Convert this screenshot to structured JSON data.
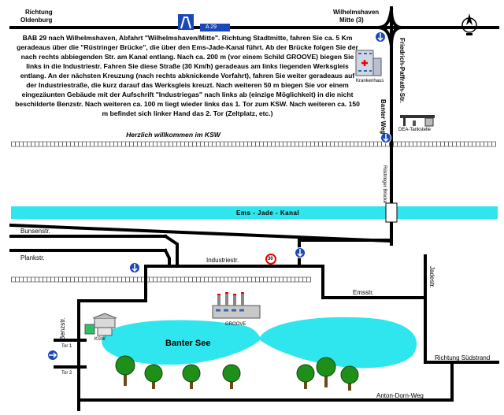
{
  "roads": {
    "top_left": {
      "line1": "Richtung",
      "line2": "Oldenburg"
    },
    "top_right": {
      "line1": "Wilhelmshaven",
      "line2": "Mitte (3)"
    },
    "motorway_shield": "A 29",
    "friedrich": "Friedrich-Paffrath-Str.",
    "banter_weg": "Banter Weg",
    "bruecke": "Rüstringer Brücke",
    "bunsen": "Bunsenstr.",
    "plank": "Plankstr.",
    "industrie": "Industriestr.",
    "speed_limit": "30",
    "ems": "Emsstr.",
    "jade": "Jadestr.",
    "benz": "Benzstr.",
    "suedstrand": "Richtung Südstrand",
    "anton": "Anton-Dorn-Weg"
  },
  "directions_text": "BAB 29 nach Wilhelmshaven, Abfahrt \"Wilhelmshaven/Mitte\". Richtung Stadtmitte, fahren Sie ca. 5 Km geradeaus über die \"Rüstringer Brücke\", die über den Ems-Jade-Kanal führt. Ab der Brücke folgen Sie der nach rechts abbiegenden Str. am Kanal entlang. Nach ca. 200 m (vor einem Schild GROOVE) biegen Sie links in die Industriestr. Fahren Sie diese Straße (30 Km/h) geradeaus am links liegenden Werksgleis entlang. An der nächsten Kreuzung (nach rechts abknickende Vorfahrt), fahren Sie weiter geradeaus auf der Industriestraße, die kurz darauf das Werksgleis kreuzt. Nach weiteren 50 m biegen Sie vor einem eingezäunten Gebäude mit der Aufschrift \"Industriegas\" nach links ab (einzige Möglichkeit) in die nicht beschilderte Benzstr. Nach weiteren ca. 100 m liegt wieder links das 1. Tor zum KSW. Nach weiteren ca. 150 m befindet sich linker Hand das 2. Tor (Zeltplatz, etc.)",
  "welcome": "Herzlich willkommen im KSW",
  "landmarks": {
    "hospital": "Krankenhaus",
    "gas_station": "DEA-Tankstelle",
    "groove": "GROOVE",
    "ksw": "KSW",
    "gate1": "Tor 1",
    "gate2": "Tor 2"
  },
  "water": {
    "canal": "Ems - Jade - Kanal",
    "lake": "Banter See"
  },
  "colors": {
    "water": "#2fe6ee",
    "lake": "#2fe6ee",
    "road": "#000000",
    "motorway_blue": "#1a48b8",
    "tree_green": "#1f8f1a",
    "trunk_brown": "#6b4a1a"
  },
  "icons": [
    "compass-icon",
    "motorway-icon",
    "direction-down-icon",
    "hospital-icon",
    "gas-station-icon",
    "factory-icon",
    "ksw-building-icon",
    "tree-icon",
    "speed-limit-icon"
  ]
}
